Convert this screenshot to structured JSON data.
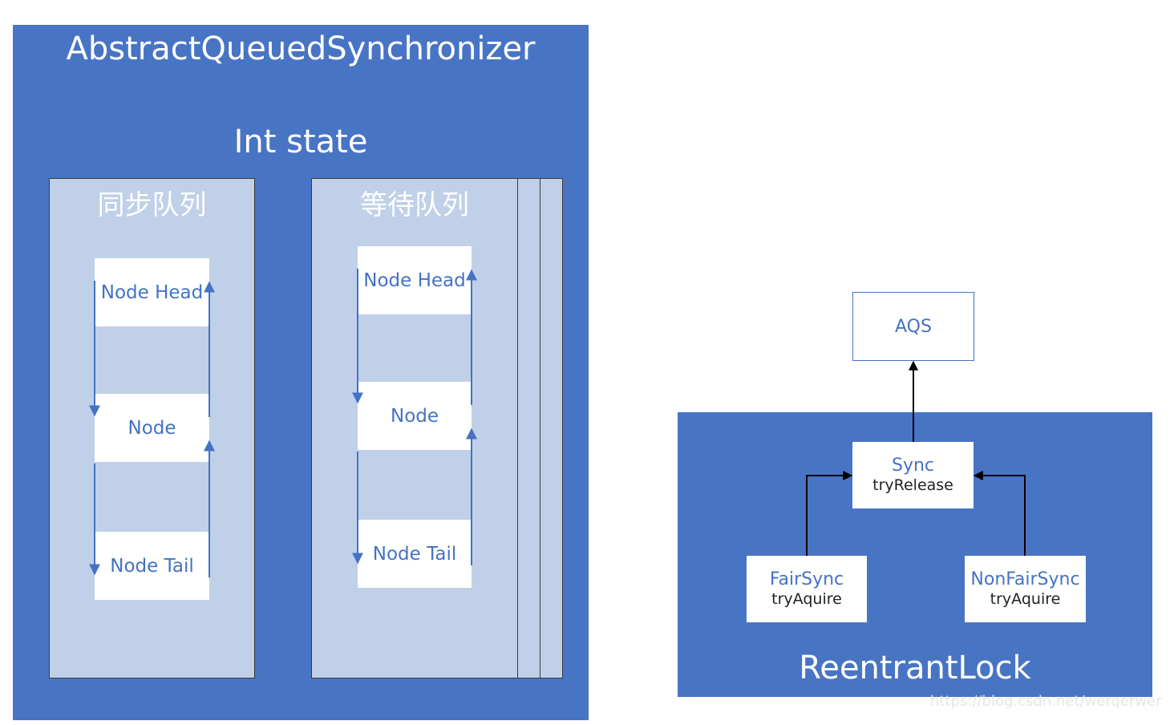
{
  "aqs_diagram": {
    "title": "AbstractQueuedSynchronizer",
    "state_label": "Int state",
    "sync_queue": {
      "title": "同步队列",
      "nodes": [
        "Node Head",
        "Node",
        "Node Tail"
      ]
    },
    "wait_queue": {
      "title": "等待队列",
      "nodes": [
        "Node Head",
        "Node",
        "Node Tail"
      ]
    }
  },
  "reentrant_lock_diagram": {
    "parent": "AQS",
    "container_label": "ReentrantLock",
    "sync": {
      "name": "Sync",
      "method": "tryRelease"
    },
    "fair_sync": {
      "name": "FairSync",
      "method": "tryAquire"
    },
    "nonfair_sync": {
      "name": "NonFairSync",
      "method": "tryAquire"
    }
  },
  "watermark": "https://blog.csdn.net/werqerwer",
  "colors": {
    "container_blue": "#4874c4",
    "queue_fill": "#bfd0e8",
    "text_blue": "#4472c4",
    "white": "#ffffff"
  }
}
